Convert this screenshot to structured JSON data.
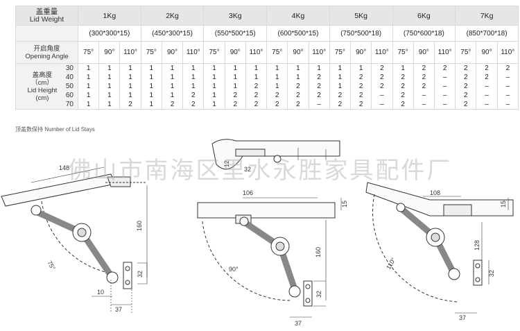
{
  "table": {
    "lid_weight_label_cn": "盖重量",
    "lid_weight_label_en": "Lid Weight",
    "opening_angle_label_cn": "开启角度",
    "opening_angle_label_en": "Opening Angle",
    "lid_height_label_cn": "盖高度",
    "lid_height_unit_cn": "（cm）",
    "lid_height_label_en": "Lid Height",
    "lid_height_unit_en": "(cm)",
    "heights": [
      "30",
      "40",
      "50",
      "60",
      "70"
    ],
    "columns": [
      {
        "weight": "1Kg",
        "size": "(300*300*15)",
        "angles": [
          "75°",
          "90°",
          "110°"
        ],
        "values": [
          [
            "1",
            "1",
            "1",
            "1",
            "1"
          ],
          [
            "1",
            "1",
            "1",
            "1",
            "1"
          ],
          [
            "1",
            "1",
            "1",
            "1",
            "2"
          ]
        ]
      },
      {
        "weight": "2Kg",
        "size": "(450*300*15)",
        "angles": [
          "75°",
          "90°",
          "110°"
        ],
        "values": [
          [
            "1",
            "1",
            "1",
            "1",
            "1"
          ],
          [
            "1",
            "1",
            "1",
            "1",
            "2"
          ],
          [
            "1",
            "1",
            "1",
            "2",
            "2"
          ]
        ]
      },
      {
        "weight": "3Kg",
        "size": "(550*500*15)",
        "angles": [
          "75°",
          "90°",
          "110°"
        ],
        "values": [
          [
            "1",
            "1",
            "1",
            "1",
            "1"
          ],
          [
            "1",
            "1",
            "1",
            "2",
            "2"
          ],
          [
            "1",
            "1",
            "2",
            "2",
            "2"
          ]
        ]
      },
      {
        "weight": "4Kg",
        "size": "(600*500*15)",
        "angles": [
          "75°",
          "90°",
          "110°"
        ],
        "values": [
          [
            "1",
            "1",
            "1",
            "2",
            "2"
          ],
          [
            "1",
            "1",
            "2",
            "2",
            "2"
          ],
          [
            "1",
            "2",
            "2",
            "2",
            "–"
          ]
        ]
      },
      {
        "weight": "5Kg",
        "size": "(750*500*18)",
        "angles": [
          "75°",
          "90°",
          "110°"
        ],
        "values": [
          [
            "1",
            "1",
            "1",
            "2",
            "2"
          ],
          [
            "1",
            "2",
            "2",
            "2",
            "2"
          ],
          [
            "2",
            "2",
            "2",
            "–",
            "–"
          ]
        ]
      },
      {
        "weight": "6Kg",
        "size": "(750*600*18)",
        "angles": [
          "75°",
          "90°",
          "110°"
        ],
        "values": [
          [
            "1",
            "2",
            "2",
            "2",
            "2"
          ],
          [
            "2",
            "2",
            "2",
            "–",
            "–"
          ],
          [
            "2",
            "–",
            "–",
            "–",
            "–"
          ]
        ]
      },
      {
        "weight": "7Kg",
        "size": "(850*700*18)",
        "angles": [
          "75°",
          "90°",
          "110°"
        ],
        "values": [
          [
            "2",
            "2",
            "2",
            "2",
            "2"
          ],
          [
            "2",
            "2",
            "–",
            "–",
            "–"
          ],
          [
            "2",
            "–",
            "–",
            "–",
            "–"
          ]
        ]
      }
    ]
  },
  "note": "顶盖数保持 Number of Lid Stays",
  "watermark": "佛山市南海区里水永胜家具配件厂",
  "diagrams": [
    {
      "angle": "75°",
      "dims": [
        "148",
        "160",
        "32",
        "10",
        "37"
      ]
    },
    {
      "angle": "90°",
      "dims": [
        "12",
        "32",
        "106",
        "15",
        "160",
        "32",
        "37"
      ]
    },
    {
      "angle": "110°",
      "dims": [
        "108",
        "15",
        "128",
        "32",
        "37"
      ]
    }
  ],
  "colors": {
    "header_bg": "#e6e6e6",
    "grid": "#d9d9d9",
    "line": "#333333"
  }
}
